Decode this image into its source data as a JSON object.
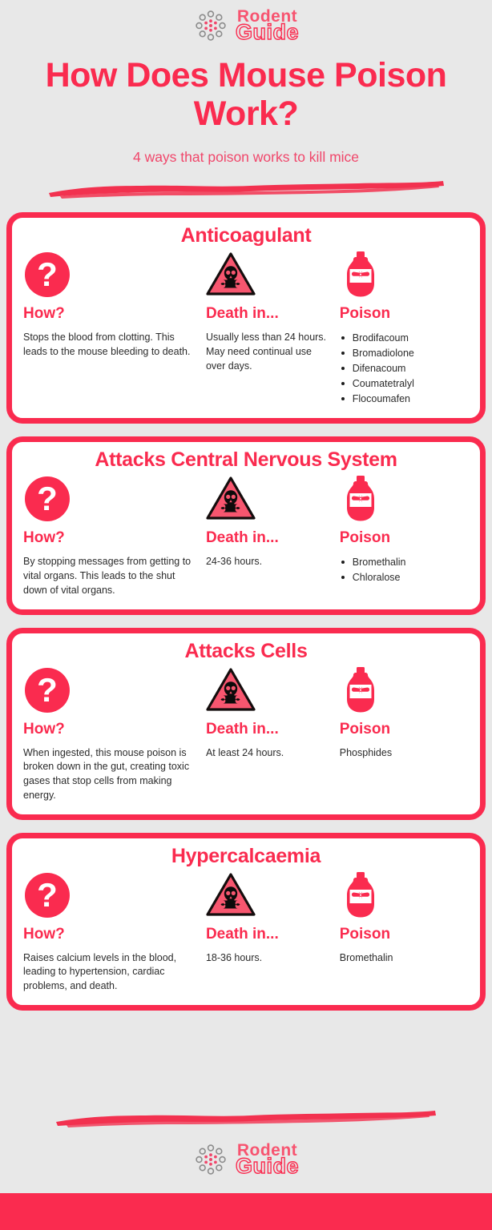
{
  "brand": {
    "name_line1": "Rodent",
    "name_line2": "Guide",
    "logo_icon": "rodent-paw-dots-icon"
  },
  "header": {
    "title": "How Does Mouse Poison Work?",
    "subtitle": "4 ways that poison works to kill mice"
  },
  "colors": {
    "accent": "#FA2B4F",
    "accent_soft": "#F7536F",
    "background": "#E8E8E8",
    "card_background": "#FFFFFF",
    "body_text": "#2B2B2B"
  },
  "column_labels": {
    "how": "How?",
    "death": "Death in...",
    "poison": "Poison"
  },
  "icons": {
    "how": "question-mark-circle-icon",
    "death": "skull-crossbones-warning-triangle-icon",
    "poison": "poison-bottle-icon"
  },
  "cards": [
    {
      "title": "Anticoagulant",
      "how_text": "Stops the blood from clotting. This leads to the mouse bleeding to death.",
      "death_text": "Usually less than 24 hours. May need continual use over days.",
      "poisons": [
        "Brodifacoum",
        "Bromadiolone",
        "Difenacoum",
        "Coumatetralyl",
        "Flocoumafen"
      ],
      "poison_is_list": true
    },
    {
      "title": "Attacks Central Nervous System",
      "how_text": "By stopping messages from getting to vital organs. This leads to the shut down of vital organs.",
      "death_text": "24-36 hours.",
      "poisons": [
        "Bromethalin",
        "Chloralose"
      ],
      "poison_is_list": true
    },
    {
      "title": "Attacks Cells",
      "how_text": "When ingested, this mouse poison is broken down in the gut, creating toxic gases that stop cells from making energy.",
      "death_text": "At least 24 hours.",
      "poisons": [
        "Phosphides"
      ],
      "poison_is_list": false
    },
    {
      "title": "Hypercalcaemia",
      "how_text": "Raises calcium levels in the blood, leading to hypertension, cardiac problems, and death.",
      "death_text": "18-36 hours.",
      "poisons": [
        "Bromethalin"
      ],
      "poison_is_list": false
    }
  ]
}
